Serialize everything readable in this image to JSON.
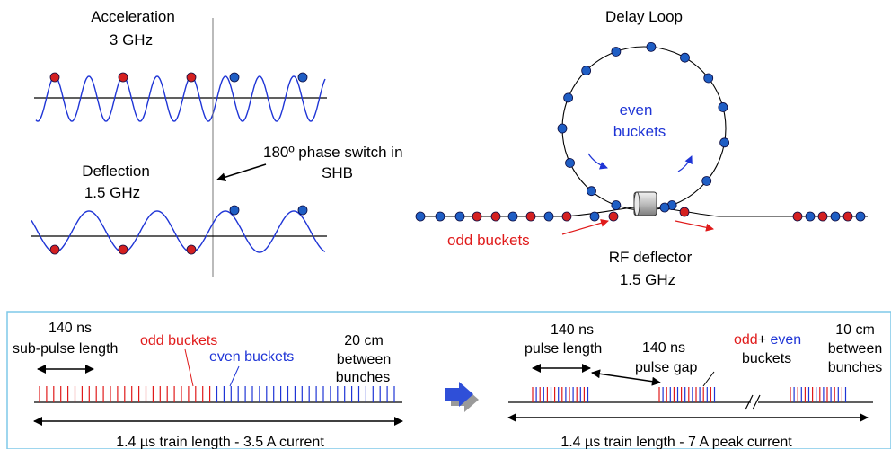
{
  "colors": {
    "odd": "#e01b1b",
    "even": "#1f35d6",
    "bunch_odd": "#d42020",
    "bunch_even": "#1f5ec4",
    "line": "#000000",
    "box_border": "#7ec8e8",
    "arrow_blue": "#2f4fd8",
    "arrow_shadow": "#9a9a9a"
  },
  "icons": {
    "rf_deflector": "cylinder-icon",
    "transition": "right-arrow-icon",
    "gap": "double-slash-icon"
  },
  "top_left": {
    "acceleration_title": "Acceleration",
    "acceleration_freq": "3 GHz",
    "deflection_title": "Deflection",
    "deflection_freq": "1.5 GHz",
    "phase_switch_line1": "180º phase switch in",
    "phase_switch_line2": "SHB"
  },
  "top_right": {
    "delay_loop_title": "Delay Loop",
    "even_line1": "even",
    "even_line2": "buckets",
    "odd_label": "odd buckets",
    "rf_deflector_line1": "RF deflector",
    "rf_deflector_line2": "1.5 GHz"
  },
  "bottom_left": {
    "subpulse_line1": "140 ns",
    "subpulse_line2": "sub-pulse length",
    "odd_label": "odd buckets",
    "even_label": "even buckets",
    "spacing_line1": "20 cm",
    "spacing_line2": "between",
    "spacing_line3": "bunches",
    "train_caption": "1.4 µs train length - 3.5 A current"
  },
  "bottom_right": {
    "pulse_len_line1": "140 ns",
    "pulse_len_line2": "pulse  length",
    "pulse_gap_line1": "140 ns",
    "pulse_gap_line2": "pulse  gap",
    "odd_word": "odd",
    "plus_sign": "+",
    "even_word": " even",
    "buckets_word": "buckets",
    "spacing_line1": "10 cm",
    "spacing_line2": "between",
    "spacing_line3": "bunches",
    "train_caption": "1.4  µs train length - 7 A peak current"
  }
}
